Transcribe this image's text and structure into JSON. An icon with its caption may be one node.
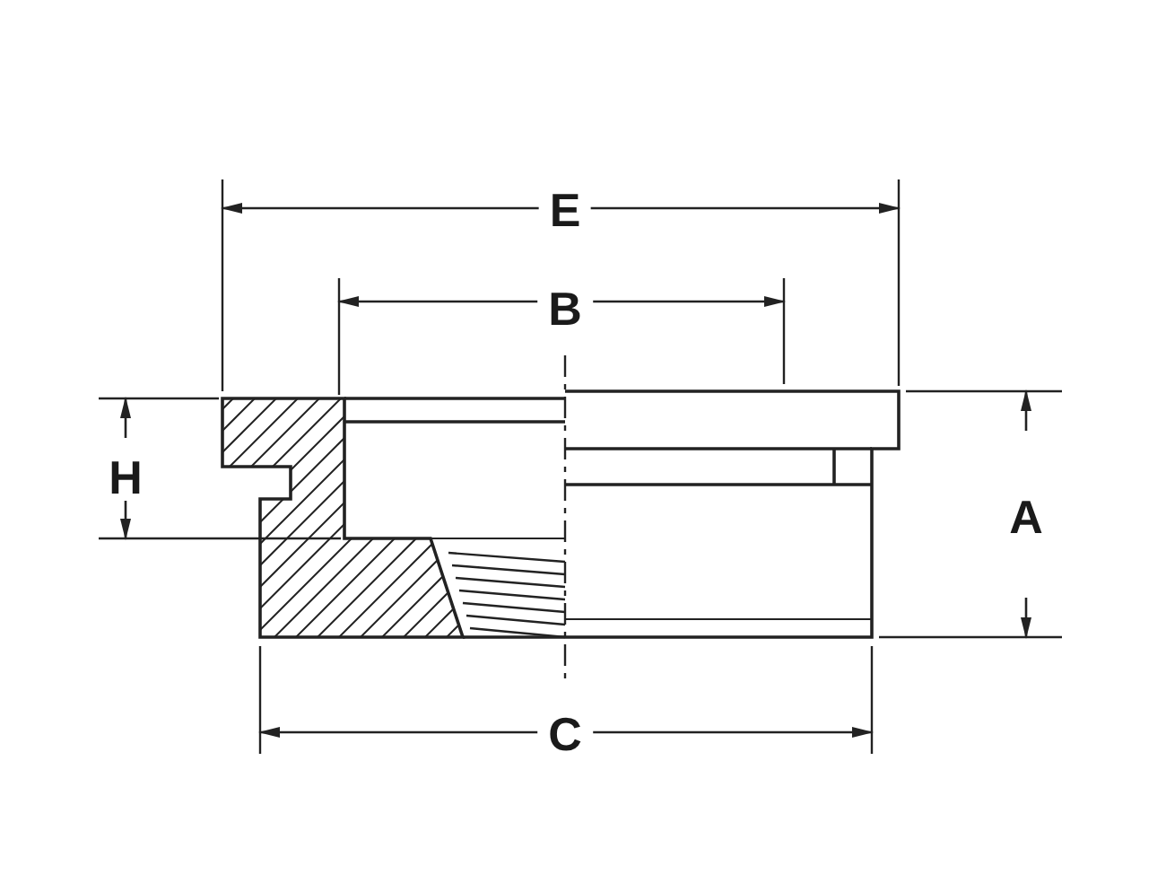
{
  "diagram": {
    "labels": [
      "E",
      "B",
      "H",
      "A",
      "C"
    ]
  }
}
